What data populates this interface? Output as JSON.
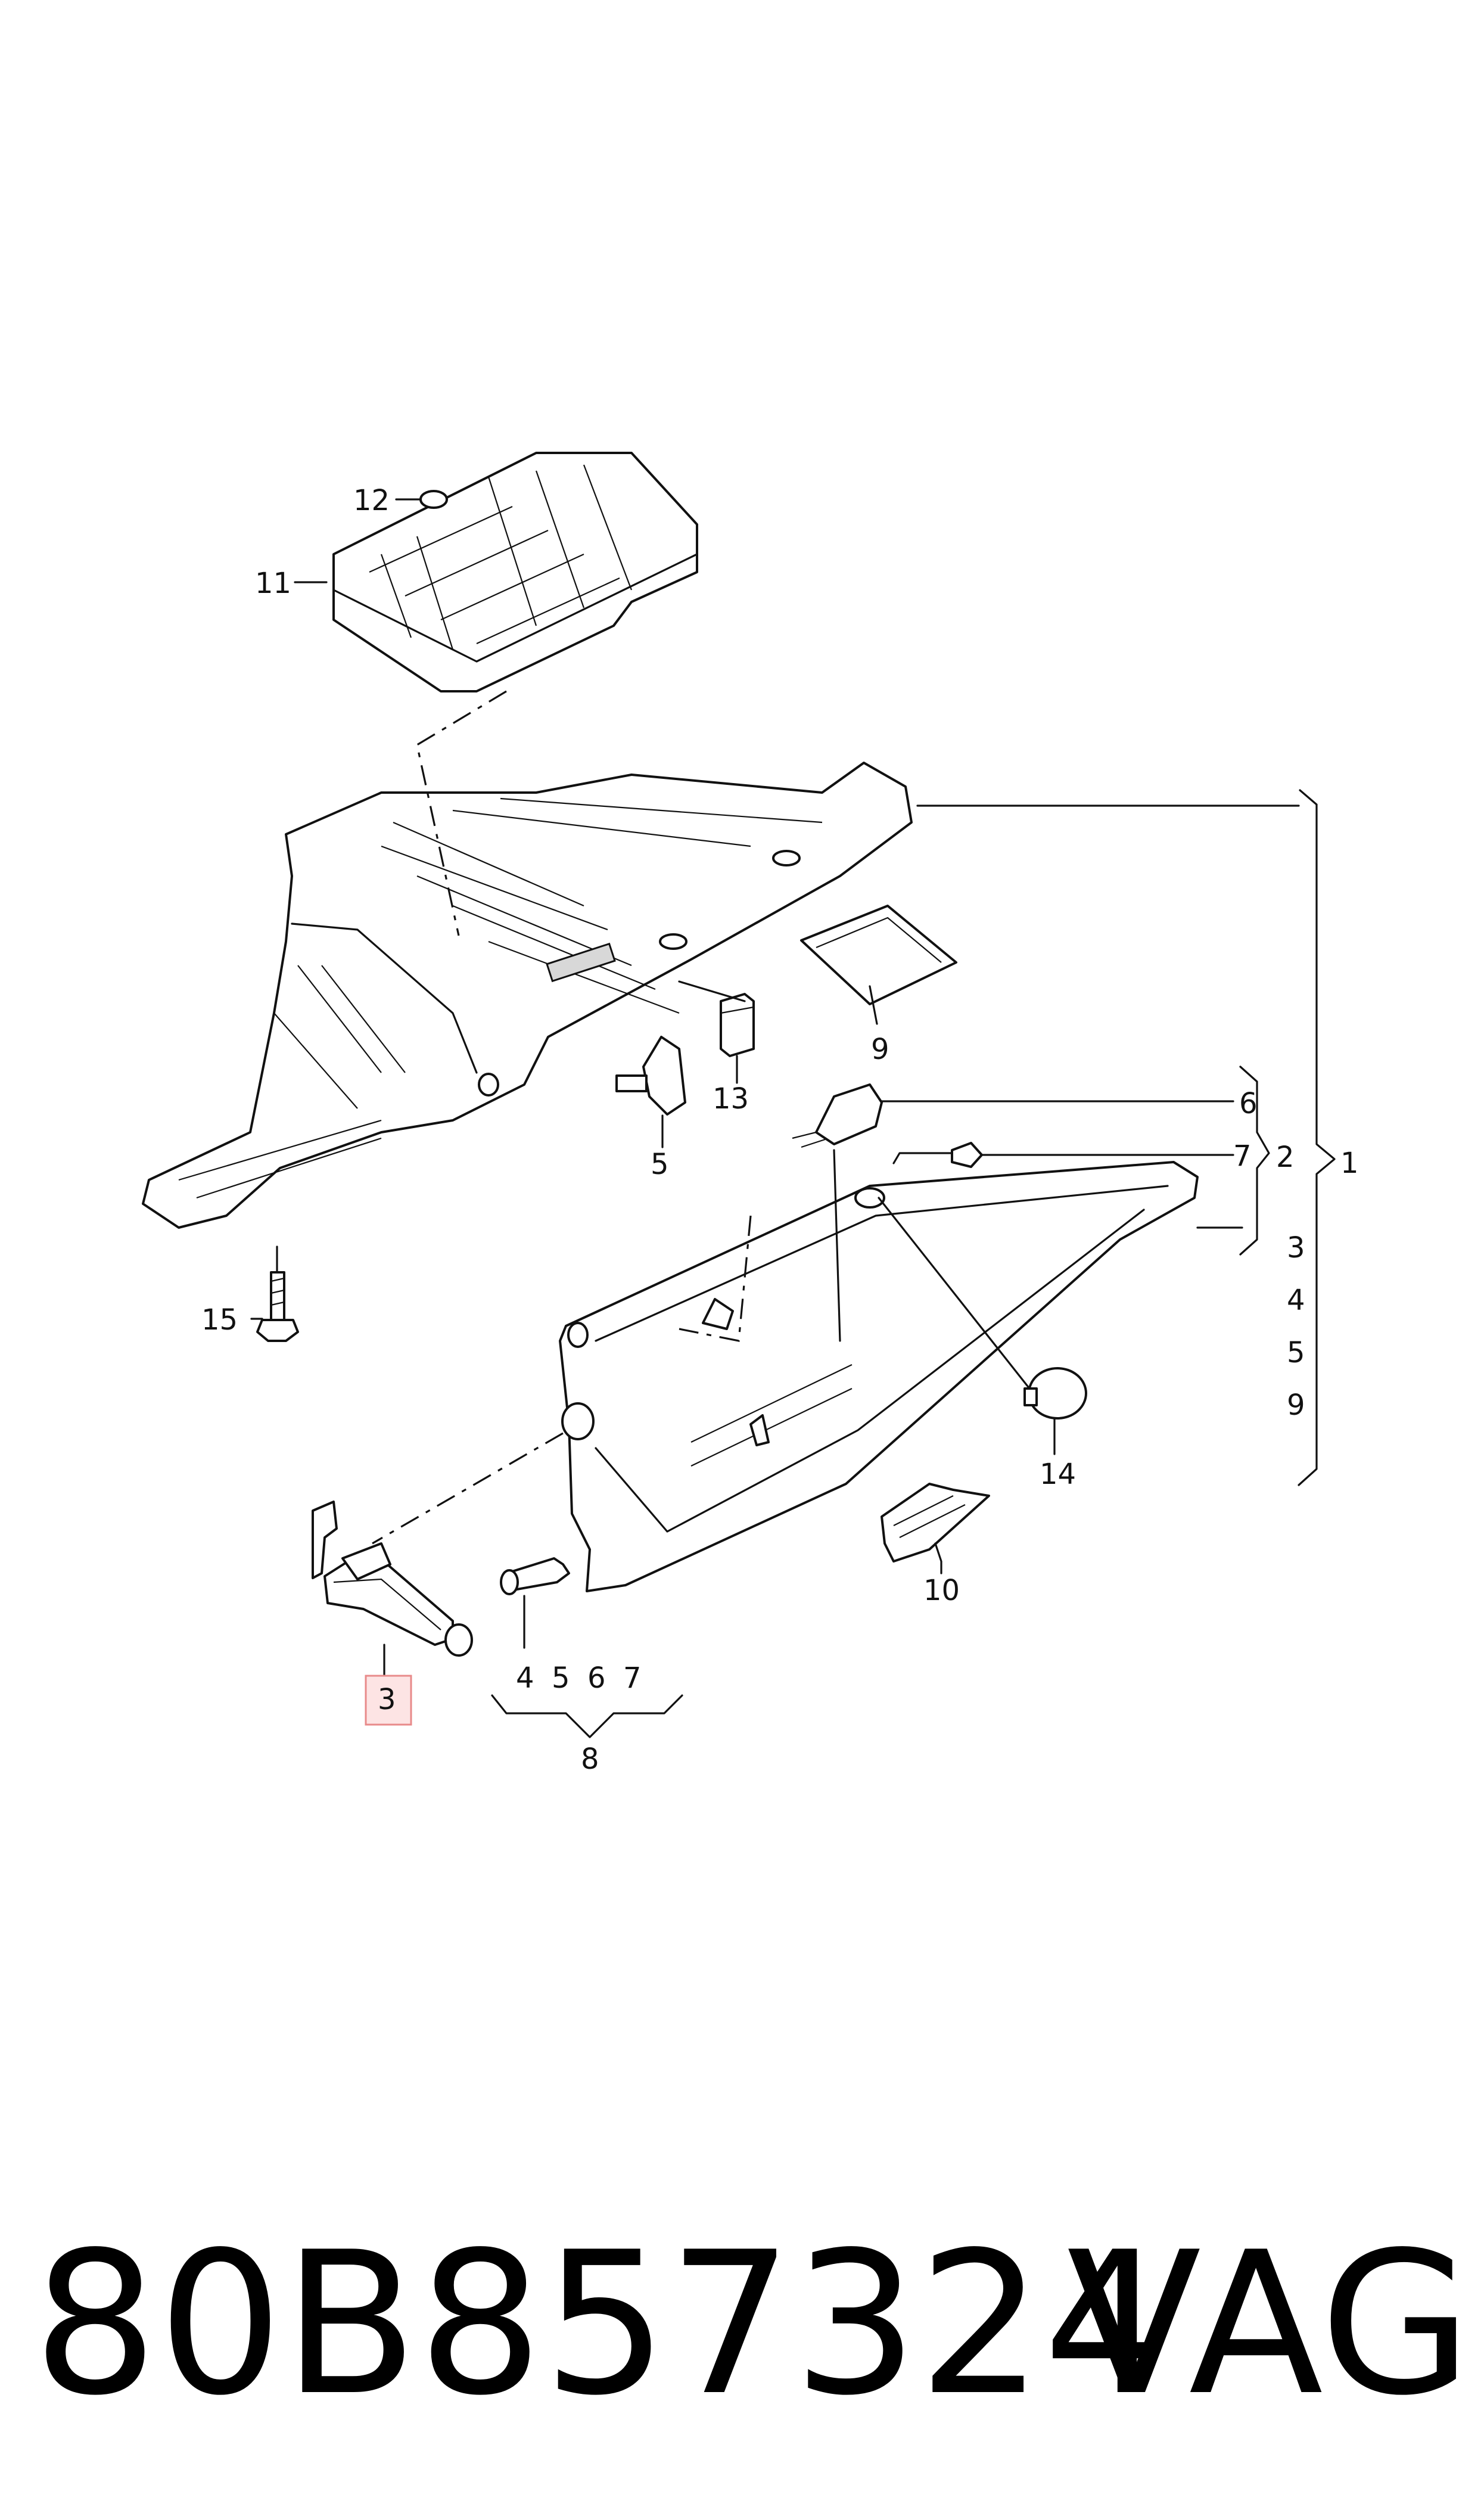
{
  "callouts": {
    "c1": "1",
    "c2": "2",
    "c3": "3",
    "c4": "4",
    "c5": "5",
    "c6": "6",
    "c7": "7",
    "c8": "8",
    "c9": "9",
    "c10": "10",
    "c11": "11",
    "c12": "12",
    "c13": "13",
    "c14": "14",
    "c15": "15"
  },
  "group_list": [
    "3",
    "4",
    "5",
    "9"
  ],
  "group8_items": [
    "4",
    "5",
    "6",
    "7"
  ],
  "highlighted_label": "3",
  "colors": {
    "highlight_fill": "#fde4e4",
    "highlight_stroke": "#e88a8a",
    "ink": "#111111"
  },
  "footer": {
    "part_number": "80B857324",
    "brand": "VAG"
  }
}
